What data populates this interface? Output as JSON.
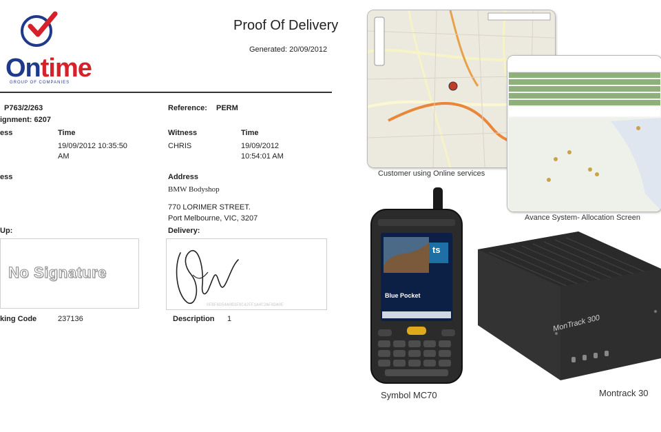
{
  "logo": {
    "on": "On",
    "time": "time",
    "tagline": "GROUP OF COMPANIES"
  },
  "header": {
    "title": "Proof Of Delivery",
    "generated": "Generated: 20/09/2012"
  },
  "left": {
    "job": "P763/2/263",
    "consignment": "ignment:  6207",
    "witness_label": "ess",
    "time_label": "Time",
    "time_value_1": "19/09/2012 10:35:50",
    "time_value_2": "AM",
    "address_label": "ess",
    "pickup_label": "Up:",
    "no_signature": "No Signature",
    "tracking_label": "king Code",
    "tracking_value": "237136"
  },
  "right": {
    "reference_label": "Reference:",
    "reference_value": "PERM",
    "witness_label": "Witness",
    "witness_value": "CHRIS",
    "time_label": "Time",
    "time_value_1": "19/09/2012",
    "time_value_2": "10:54:01 AM",
    "address_label": "Address",
    "company": "BMW Bodyshop",
    "street": "770 LORIMER STREET.",
    "suburb": "Port Melbourne, VIC, 3207",
    "delivery_label": "Delivery:",
    "description_label": "Description",
    "description_value": "1"
  },
  "captions": {
    "map1": "Customer using Online services",
    "map2": "Avance System- Allocation Screen",
    "mc70": "Symbol MC70",
    "montrack": "Montrack 30"
  },
  "devices": {
    "mc70_app_title": "Blue Pocket",
    "mc70_logo": "ts",
    "montrack_label": "MonTrack 300"
  },
  "colors": {
    "brand_blue": "#1f3a8a",
    "brand_red": "#d6202a"
  }
}
